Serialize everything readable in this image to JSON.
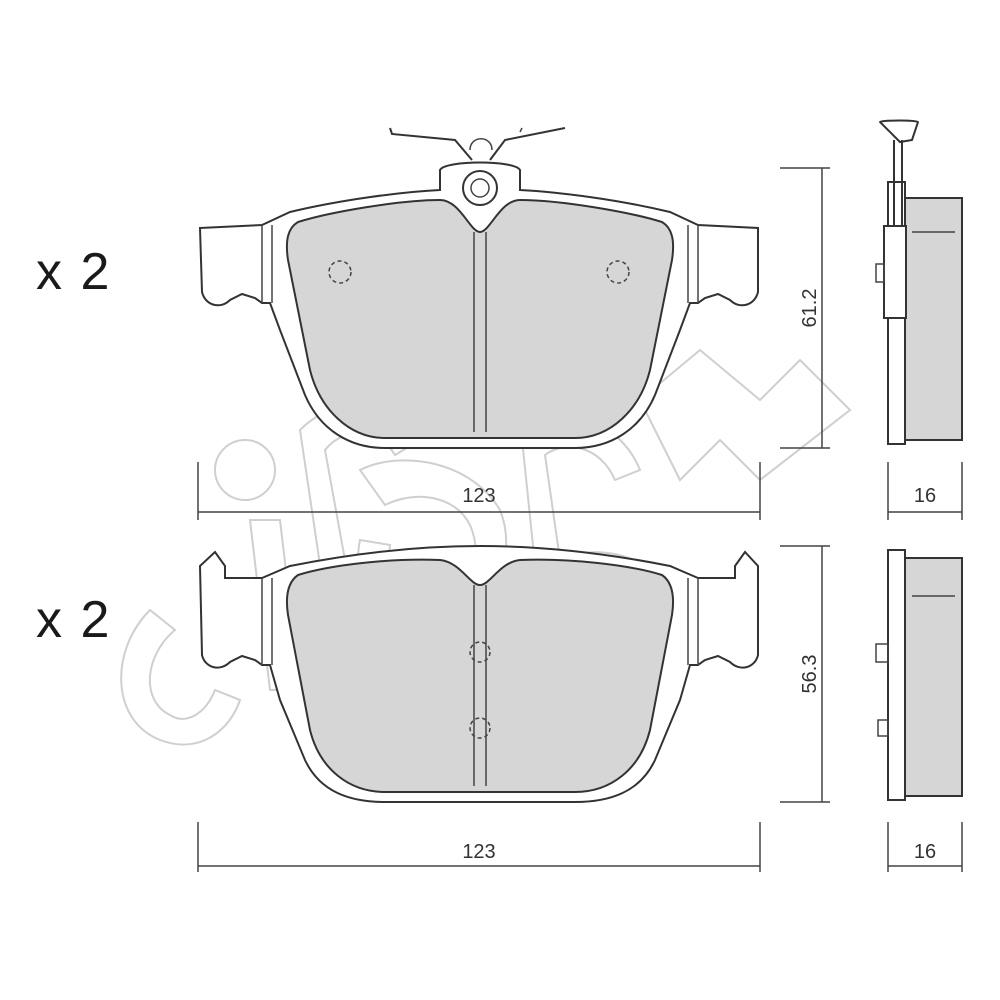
{
  "pads": [
    {
      "quantity": "x 2",
      "width": "123",
      "height": "61.2",
      "thickness": "16",
      "has_wear_sensor": true
    },
    {
      "quantity": "x 2",
      "width": "123",
      "height": "56.3",
      "thickness": "16",
      "has_wear_sensor": false
    }
  ],
  "icons": {
    "watermark": "cifam-logo-watermark",
    "wear_sensor": "wear-sensor-icon"
  },
  "colors": {
    "friction_material": "#d6d6d6",
    "line": "#333333",
    "watermark": "#cfcfcf"
  }
}
